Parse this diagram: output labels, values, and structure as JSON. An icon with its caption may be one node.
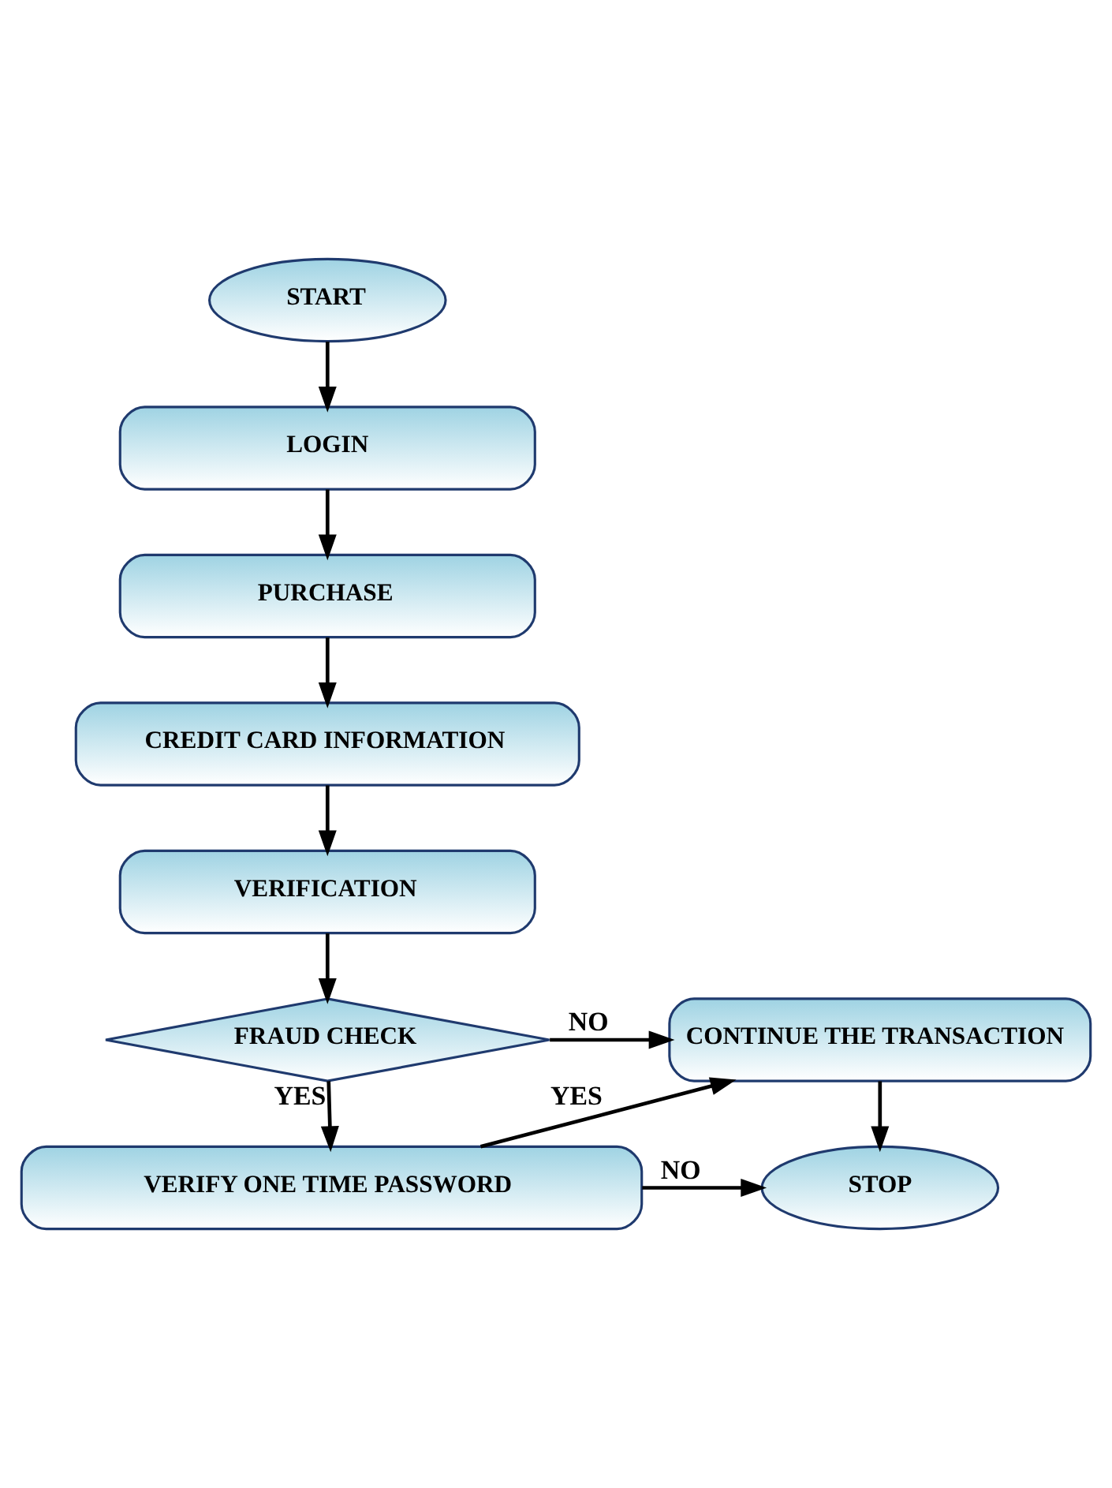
{
  "diagram": {
    "nodes": [
      {
        "text": [
          "START"
        ]
      },
      {
        "text": [
          "LOGIN"
        ]
      },
      {
        "text": [
          "PURCHASE"
        ]
      },
      {
        "text": [
          "CREDIT CARD INFORMATION"
        ]
      },
      {
        "text": [
          "VERIFICATION"
        ]
      },
      {
        "text": [
          "FRAUD CHECK"
        ]
      },
      {
        "text": [
          "CONTINUE THE TRANSACTION"
        ]
      },
      {
        "text": [
          "VERIFY ONE TIME PASSWORD"
        ]
      },
      {
        "text": [
          "STOP"
        ]
      }
    ],
    "edges": [
      {
        "from": 0,
        "to": 1,
        "arrow": "to"
      },
      {
        "from": 1,
        "to": 2,
        "arrow": "to"
      },
      {
        "from": 2,
        "to": 3,
        "arrow": "to"
      },
      {
        "from": 3,
        "to": 4,
        "arrow": "to"
      },
      {
        "from": 4,
        "to": 5,
        "arrow": "to"
      },
      {
        "from": 5,
        "to": 6,
        "arrow": "to",
        "label": "NO"
      },
      {
        "from": 5,
        "to": 7,
        "arrow": "to",
        "label": "YES"
      },
      {
        "from": 7,
        "to": 6,
        "arrow": "to",
        "label": "YES"
      },
      {
        "from": 7,
        "to": 8,
        "arrow": "to",
        "label": "NO"
      },
      {
        "from": 6,
        "to": 8,
        "arrow": "to"
      }
    ]
  }
}
